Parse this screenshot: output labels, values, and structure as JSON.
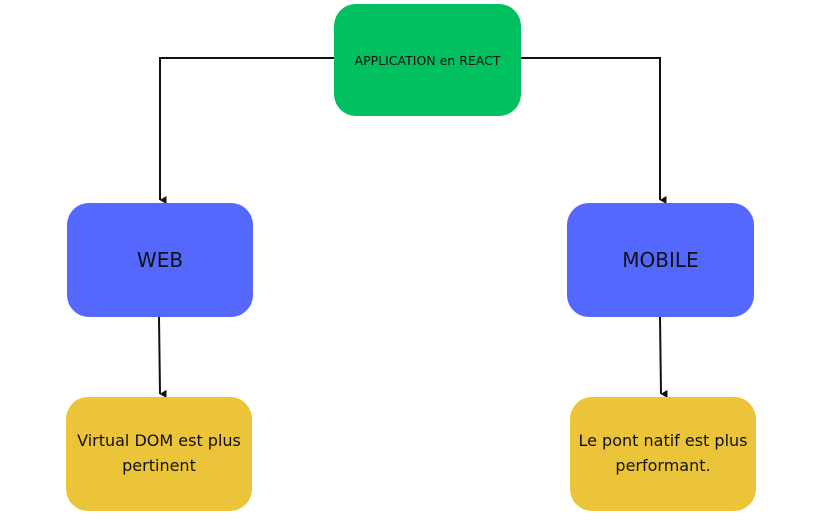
{
  "colors": {
    "root": "#00c060",
    "platform": "#5468fe",
    "note": "#ecc43a",
    "edge": "#111111"
  },
  "nodes": {
    "root": "APPLICATION en REACT",
    "web": "WEB",
    "mobile": "MOBILE",
    "virtual_dom": "Virtual DOM est plus pertinent",
    "pont_natif": "Le pont natif est plus performant."
  },
  "edges": [
    {
      "from": "root",
      "to": "web"
    },
    {
      "from": "root",
      "to": "mobile"
    },
    {
      "from": "web",
      "to": "virtual_dom"
    },
    {
      "from": "mobile",
      "to": "pont_natif"
    }
  ]
}
